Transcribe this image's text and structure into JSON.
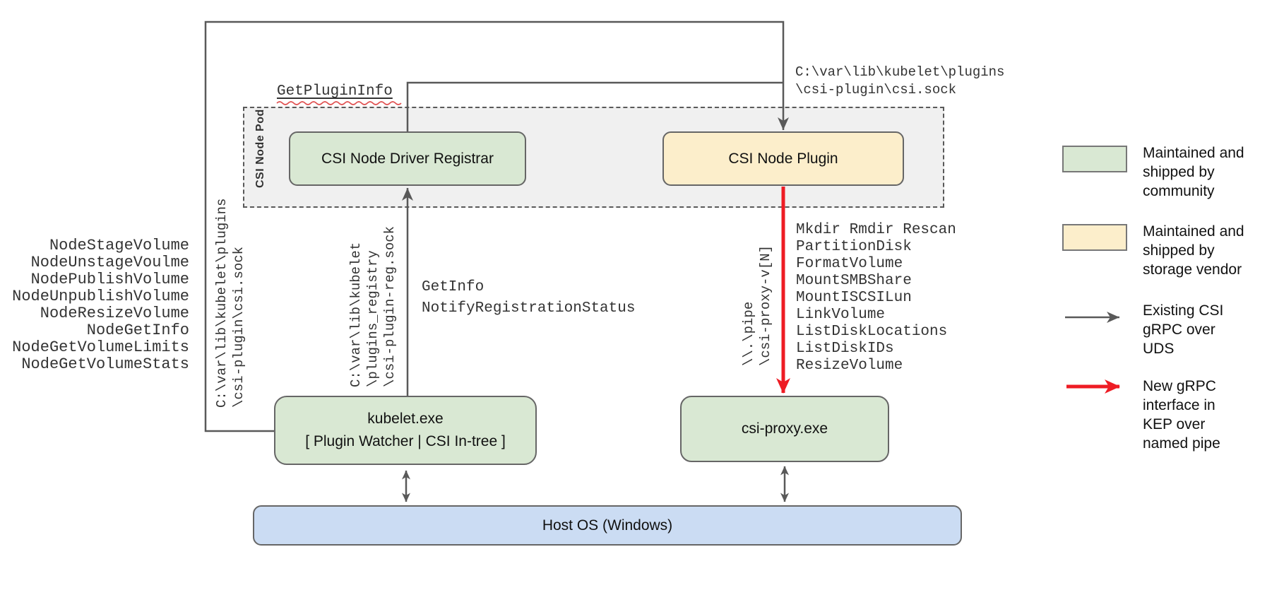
{
  "diagram": {
    "pod_label": "CSI Node Pod",
    "boxes": {
      "registrar": "CSI Node Driver Registrar",
      "plugin": "CSI Node Plugin",
      "kubelet": [
        "kubelet.exe",
        "[ Plugin Watcher | CSI In-tree ]"
      ],
      "csi_proxy": "csi-proxy.exe",
      "host_os": "Host OS (Windows)"
    },
    "labels": {
      "get_plugin_info": "GetPluginInfo",
      "csi_sock_path": "C:\\var\\lib\\kubelet\\plugins\n\\csi-plugin\\csi.sock",
      "registry_sock_path": "C:\\var\\lib\\kubelet\n\\plugins_registry\n\\csi-plugin-reg.sock",
      "registration_calls": [
        "GetInfo",
        "NotifyRegistrationStatus"
      ],
      "named_pipe_path": "\\\\.\\pipe\n\\csi-proxy-v[N]",
      "node_calls": [
        "NodeStageVolume",
        "NodeUnstageVoulme",
        "NodePublishVolume",
        "NodeUnpublishVolume",
        "NodeResizeVolume",
        "NodeGetInfo",
        "NodeGetVolumeLimits",
        "NodeGetVolumeStats"
      ],
      "proxy_calls": [
        "Mkdir Rmdir Rescan",
        "PartitionDisk",
        "FormatVolume",
        "MountSMBShare",
        "MountISCSILun",
        "LinkVolume",
        "ListDiskLocations",
        "ListDiskIDs",
        "ResizeVolume"
      ]
    },
    "legend": {
      "items": [
        {
          "kind": "swatch-green",
          "label": "Maintained and\nshipped by\ncommunity"
        },
        {
          "kind": "swatch-yellow",
          "label": "Maintained and\nshipped by\nstorage vendor"
        },
        {
          "kind": "arrow-gray",
          "label": "Existing CSI\ngRPC over\nUDS"
        },
        {
          "kind": "arrow-red",
          "label": "New gRPC\ninterface in\nKEP over\nnamed pipe"
        }
      ]
    }
  },
  "colors": {
    "community_green": "#d9e8d3",
    "vendor_yellow": "#fceecb",
    "host_blue": "#cbdcf3",
    "pod_gray": "#f0f0f0",
    "line_gray": "#595959",
    "new_rpc_red": "#ee1c24",
    "wavy_red": "#e05252"
  }
}
